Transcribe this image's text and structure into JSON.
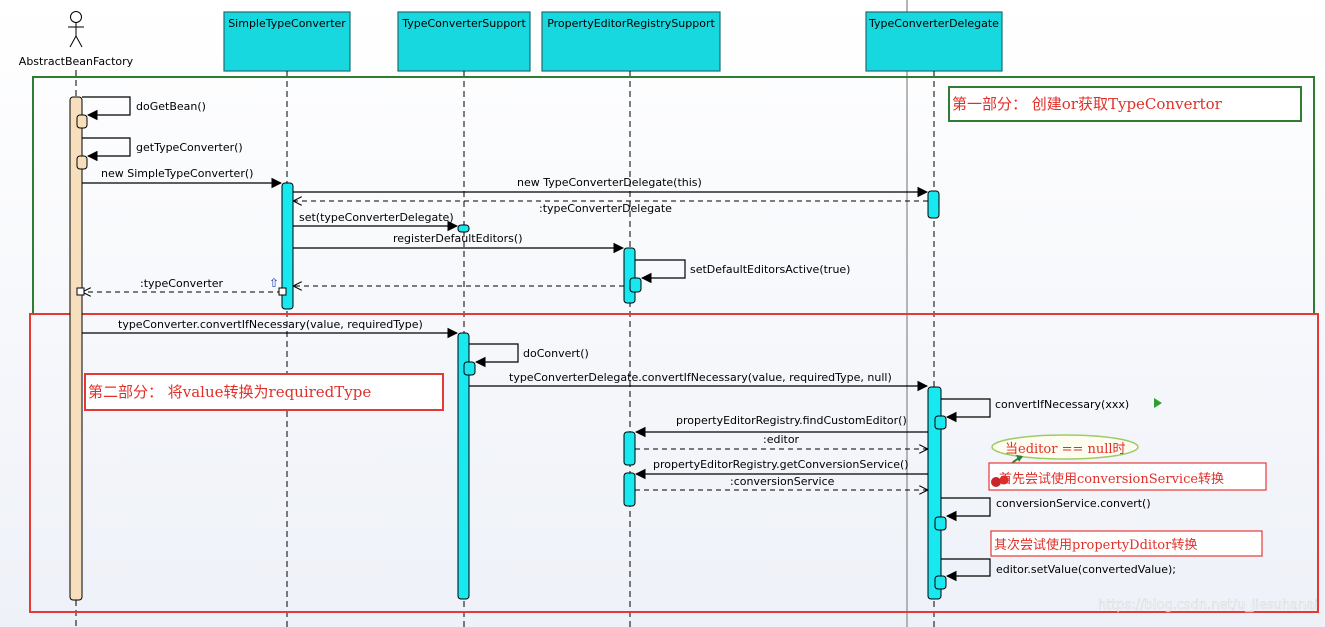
{
  "participants": [
    {
      "id": "factory",
      "name": "AbstractBeanFactory",
      "kind": "actor"
    },
    {
      "id": "stc",
      "name": "SimpleTypeConverter",
      "kind": "object"
    },
    {
      "id": "tcs",
      "name": "TypeConverterSupport",
      "kind": "object"
    },
    {
      "id": "pers",
      "name": "PropertyEditorRegistrySupport",
      "kind": "object"
    },
    {
      "id": "tcd",
      "name": "TypeConverterDelegate",
      "kind": "object"
    }
  ],
  "fragments": {
    "part1": "第一部分： 创建or获取TypeConvertor",
    "part2": "第二部分： 将value转换为requiredType"
  },
  "messages": {
    "doGetBean": "doGetBean()",
    "getTypeConverter": "getTypeConverter()",
    "newSimpleTypeConverter": "new SimpleTypeConverter()",
    "newTypeConverterDelegate": "new TypeConverterDelegate(this)",
    "retTypeConverterDelegate": ":typeConverterDelegate",
    "setDelegate": "set(typeConverterDelegate)",
    "registerDefaultEditors": "registerDefaultEditors()",
    "setDefaultEditorsActive": "setDefaultEditorsActive(true)",
    "retTypeConverter": ":typeConverter",
    "convertIfNecessary": "typeConverter.convertIfNecessary(value, requiredType)",
    "doConvert": "doConvert()",
    "delegateConvert": "typeConverterDelegate.convertIfNecessary(value, requiredType, null)",
    "convertIfNecessaryXxx": "convertIfNecessary(xxx)",
    "findCustomEditor": "propertyEditorRegistry.findCustomEditor()",
    "retEditor": ":editor",
    "getConversionService": "propertyEditorRegistry.getConversionService()",
    "retConversionService": ":conversionService",
    "conversionServiceConvert": "conversionService.convert()",
    "editorSetValue": "editor.setValue(convertedValue);"
  },
  "notes": {
    "editorNull": "当editor == null时",
    "firstTry": "首先尝试使用conversionService转换",
    "secondTry": "其次尝试使用propertyDditor转换"
  },
  "colors": {
    "fragment1": "#2e7d32",
    "fragment2": "#e53935",
    "activation": "#18e8f0",
    "noteText": "#e0302a"
  },
  "watermark": "https://blog.csdn.net/u_jiesuhanai"
}
